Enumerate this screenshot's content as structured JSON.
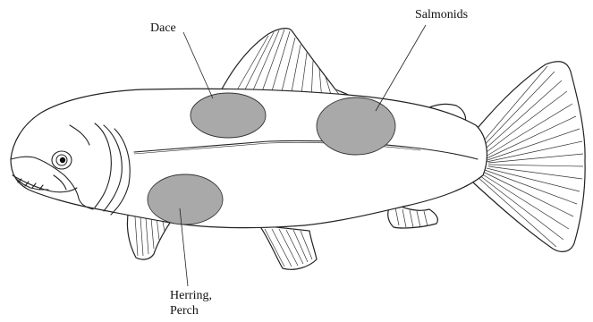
{
  "labels": {
    "dace": "Dace",
    "salmonids": "Salmonids",
    "herring_line1": "Herring,",
    "herring_line2": "Perch"
  },
  "colors": {
    "spot_fill": "#a9a9a9",
    "outline": "#222222",
    "background": "#ffffff"
  }
}
